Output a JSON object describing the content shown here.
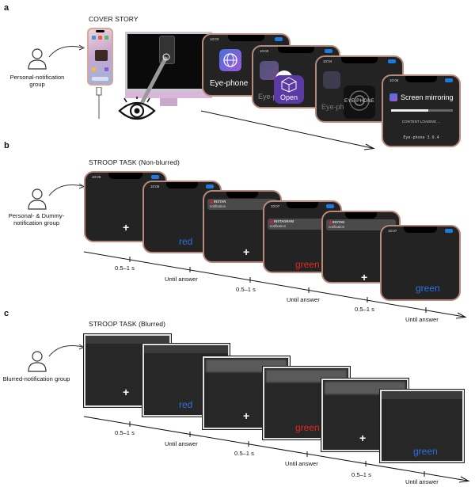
{
  "panels": [
    {
      "letter": "a",
      "title": "COVER STORY",
      "group": "Personal-notification group"
    },
    {
      "letter": "b",
      "title": "STROOP TASK (Non-blurred)",
      "group": "Personal- & Dummy-notification group"
    },
    {
      "letter": "c",
      "title": "STROOP TASK (Blurred)",
      "group": "Blurred-notification group"
    }
  ],
  "cover": {
    "times": [
      "10:03",
      "10:03",
      "10:04",
      "10:05"
    ],
    "app_label": "Eye-phone",
    "open_label": "Open",
    "logo_text": "EYE-PHONE",
    "mirroring_title": "Screen mirroring",
    "loading_text": "CONTENT LOADING ...",
    "version_text": "Eye-phone 3.9.4"
  },
  "stroop_b": {
    "times": [
      "10:06",
      "10:06",
      "10:07",
      "10:07"
    ],
    "notif_app": "INSTAGRAM",
    "notif_app_short": "INSTAN",
    "notif_text": "notification"
  },
  "stimuli": {
    "cross": "+",
    "word1": "red",
    "word2": "green",
    "word3": "green"
  },
  "timeline": {
    "fixation": "0.5–1 s",
    "answer": "Until answer"
  },
  "colors": {
    "red": "#e0291f",
    "blue": "#2f6fe0",
    "phone_frame": "#b68a7c",
    "screen": "#232323"
  }
}
